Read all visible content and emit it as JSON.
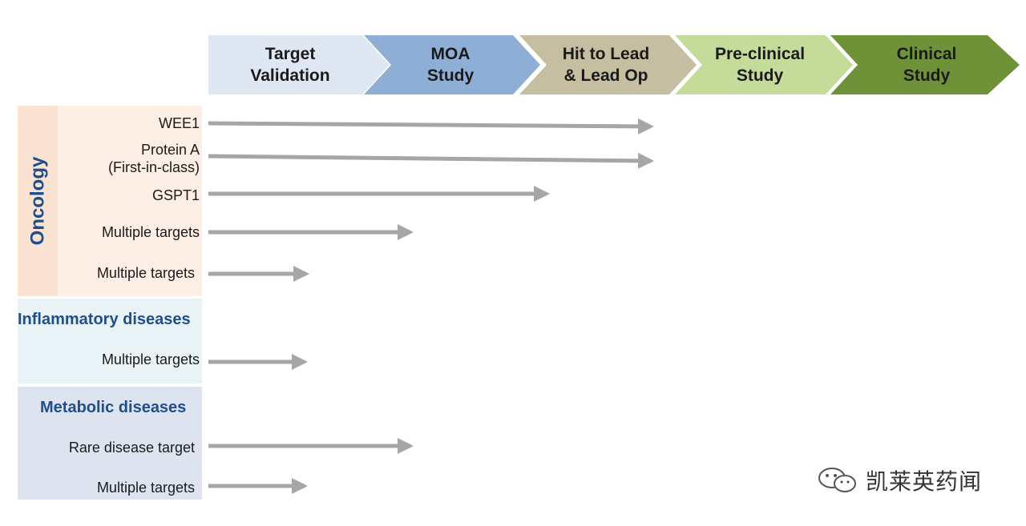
{
  "phases": [
    {
      "label": "Target\nValidation",
      "fill": "#dfe7f2",
      "text_color": "#1a1a1a"
    },
    {
      "label": "MOA\nStudy",
      "fill": "#8eaed6",
      "text_color": "#1a1a1a"
    },
    {
      "label": "Hit  to Lead\n& Lead Op",
      "fill": "#c6bea0",
      "text_color": "#1a1a1a"
    },
    {
      "label": "Pre-clinical\nStudy",
      "fill": "#c4db9a",
      "text_color": "#1a1a1a"
    },
    {
      "label": "Clinical\nStudy",
      "fill": "#6f9138",
      "text_color": "#1a1a1a"
    }
  ],
  "groups": {
    "oncology": {
      "label": "Oncology",
      "colors": {
        "outer": "#fbe3d3",
        "inner": "#fdefe6"
      },
      "rows": [
        {
          "label": "WEE1",
          "reaches_phase": "Hit  to Lead & Lead Op"
        },
        {
          "label": "Protein A\n(First-in-class)",
          "reaches_phase": "Hit  to Lead & Lead Op"
        },
        {
          "label": "GSPT1",
          "reaches_phase": "Hit  to Lead & Lead Op"
        },
        {
          "label": "Multiple targets",
          "reaches_phase": "MOA Study"
        },
        {
          "label": "Multiple targets",
          "reaches_phase": "Target Validation"
        }
      ]
    },
    "inflammatory": {
      "label": "Inflammatory diseases",
      "colors": {
        "bg": "#e9f2f4"
      },
      "rows": [
        {
          "label": "Multiple targets",
          "reaches_phase": "Target Validation"
        }
      ]
    },
    "metabolic": {
      "label": "Metabolic diseases",
      "colors": {
        "bg": "#dde4ef"
      },
      "rows": [
        {
          "label": "Rare disease target",
          "reaches_phase": "MOA Study"
        },
        {
          "label": "Multiple targets",
          "reaches_phase": "Target Validation"
        }
      ]
    }
  },
  "watermark": {
    "text": "凯莱英药闻",
    "icon": "wechat-icon"
  },
  "colors": {
    "arrow": "#a6a6a6",
    "heading": "#1f4e8c"
  }
}
